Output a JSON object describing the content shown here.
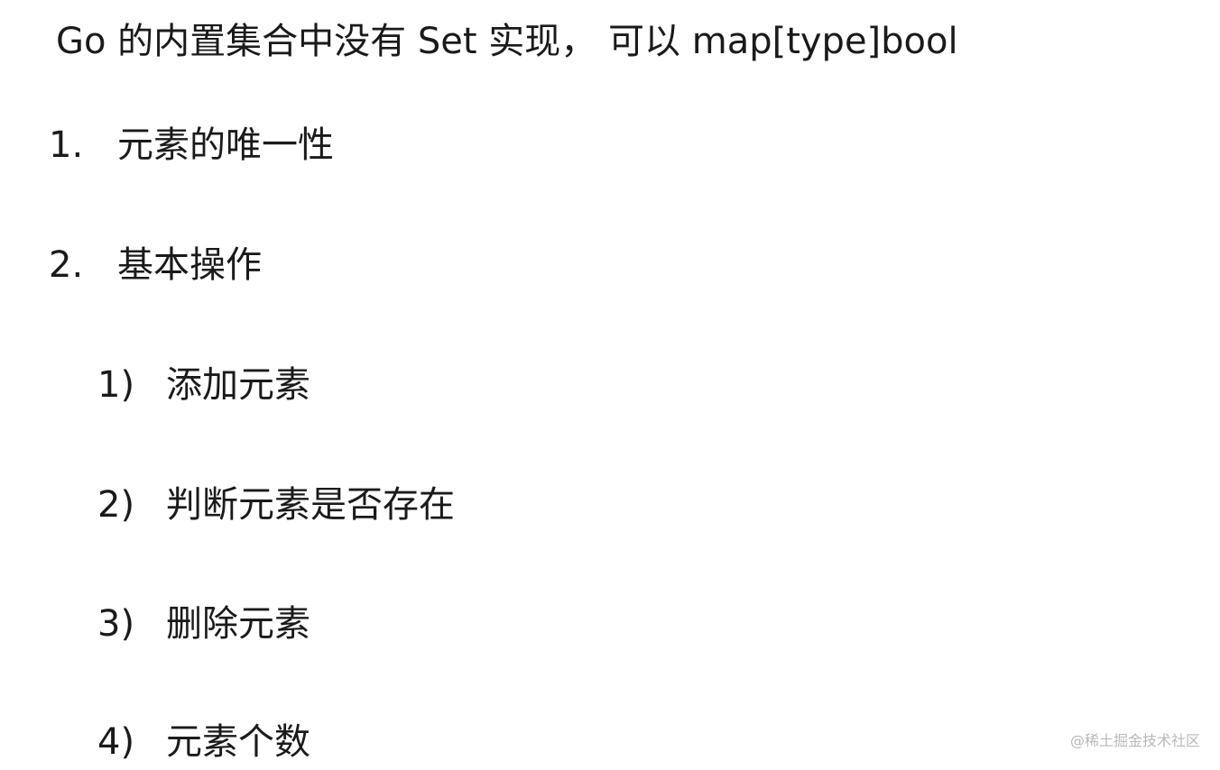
{
  "title": "Go 的内置集合中没有 Set 实现， 可以 map[type]bool",
  "items": [
    {
      "number": "1.",
      "text": "元素的唯一性"
    },
    {
      "number": "2.",
      "text": "基本操作"
    }
  ],
  "sub_items": [
    {
      "number": "1)",
      "text": "添加元素"
    },
    {
      "number": "2)",
      "text": "判断元素是否存在"
    },
    {
      "number": "3)",
      "text": "删除元素"
    },
    {
      "number": "4)",
      "text": "元素个数"
    }
  ],
  "watermark": "@稀土掘金技术社区"
}
